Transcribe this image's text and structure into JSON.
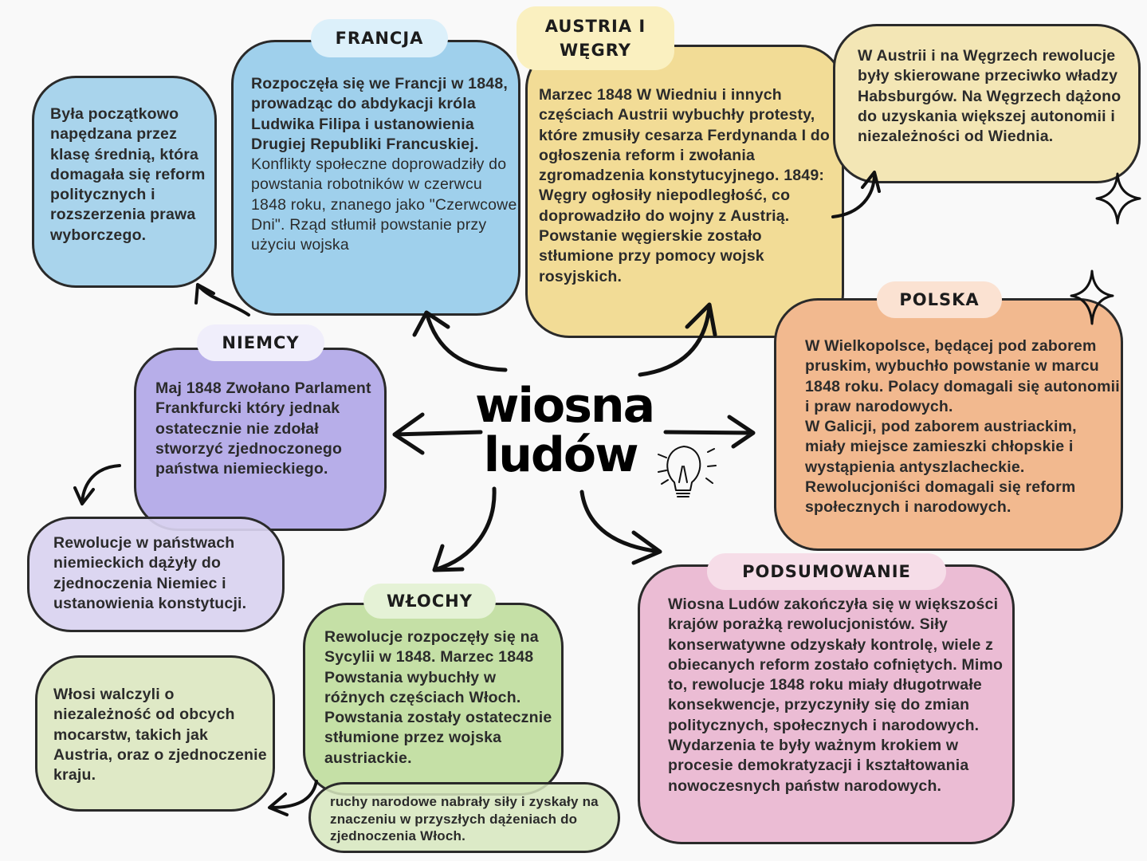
{
  "title": {
    "line1": "wiosna",
    "line2": "ludów"
  },
  "colors": {
    "blue": "#a9d4ec",
    "yellow": "#f2dc96",
    "orange": "#f2b98f",
    "pink": "#ebbcd4",
    "purple": "#b7aee9",
    "green": "#c5e0a6"
  },
  "icons": [
    "lightbulb-icon",
    "sparkle-icon"
  ],
  "boxes": {
    "class_note": "Była początkowo napędzana przez klasę średnią, która domagała się reform politycznych i rozszerzenia prawa wyborczego.",
    "francja": {
      "label": "FRANCJA",
      "bold": "Rozpoczęła się we Francji w 1848, prowadząc do abdykacji króla Ludwika Filipa i ustanowienia Drugiej Republiki Francuskiej.",
      "normal": "Konflikty społeczne doprowadziły do powstania robotników w czerwcu 1848 roku, znanego jako \"Czerwcowe Dni\". Rząd stłumił powstanie przy użyciu wojska"
    },
    "austria": {
      "label": "AUSTRIA I WĘGRY",
      "text": "Marzec 1848  W Wiedniu i innych częściach Austrii wybuchły protesty, które zmusiły cesarza Ferdynanda I do ogłoszenia reform i zwołania zgromadzenia konstytucyjnego. 1849: Węgry ogłosiły niepodległość, co doprowadziło do wojny z Austrią. Powstanie węgierskie zostało stłumione przy pomocy wojsk rosyjskich."
    },
    "austria_note": "W Austrii i na Węgrzech rewolucje były skierowane przeciwko władzy Habsburgów. Na Węgrzech dążono do uzyskania większej autonomii i niezależności od Wiednia.",
    "polska": {
      "label": "POLSKA",
      "p1": "W Wielkopolsce, będącej pod zaborem pruskim, wybuchło powstanie w marcu 1848 roku. Polacy domagali się autonomii i praw narodowych.",
      "p2": "W Galicji, pod zaborem austriackim, miały miejsce zamieszki chłopskie i wystąpienia antyszlacheckie. Rewolucjoniści domagali się reform społecznych i narodowych."
    },
    "niemcy": {
      "label": "NIEMCY",
      "text": "Maj 1848 Zwołano Parlament Frankfurcki który jednak ostatecznie nie zdołał stworzyć zjednoczonego państwa niemieckiego."
    },
    "niemcy_note": "Rewolucje w państwach niemieckich dążyły do zjednoczenia Niemiec i ustanowienia konstytucji.",
    "wlochy": {
      "label": "WŁOCHY",
      "text": "Rewolucje rozpoczęły się na Sycylii w 1848. Marzec 1848 Powstania wybuchły w różnych częściach Włoch. Powstania zostały ostatecznie stłumione przez wojska austriackie."
    },
    "wlochy_note": "Włosi walczyli o niezależność od obcych mocarstw, takich jak Austria, oraz o zjednoczenie kraju.",
    "wlochy_note2": "ruchy narodowe nabrały siły i zyskały na znaczeniu w przyszłych dążeniach do zjednoczenia Włoch.",
    "podsumowanie": {
      "label": "PODSUMOWANIE",
      "text": "Wiosna Ludów zakończyła się w większości krajów porażką rewolucjonistów. Siły konserwatywne odzyskały kontrolę, wiele z obiecanych reform zostało cofniętych. Mimo to, rewolucje 1848 roku miały długotrwałe konsekwencje, przyczyniły się do zmian politycznych, społecznych i narodowych. Wydarzenia te były ważnym krokiem w procesie demokratyzacji i kształtowania nowoczesnych państw narodowych."
    }
  }
}
